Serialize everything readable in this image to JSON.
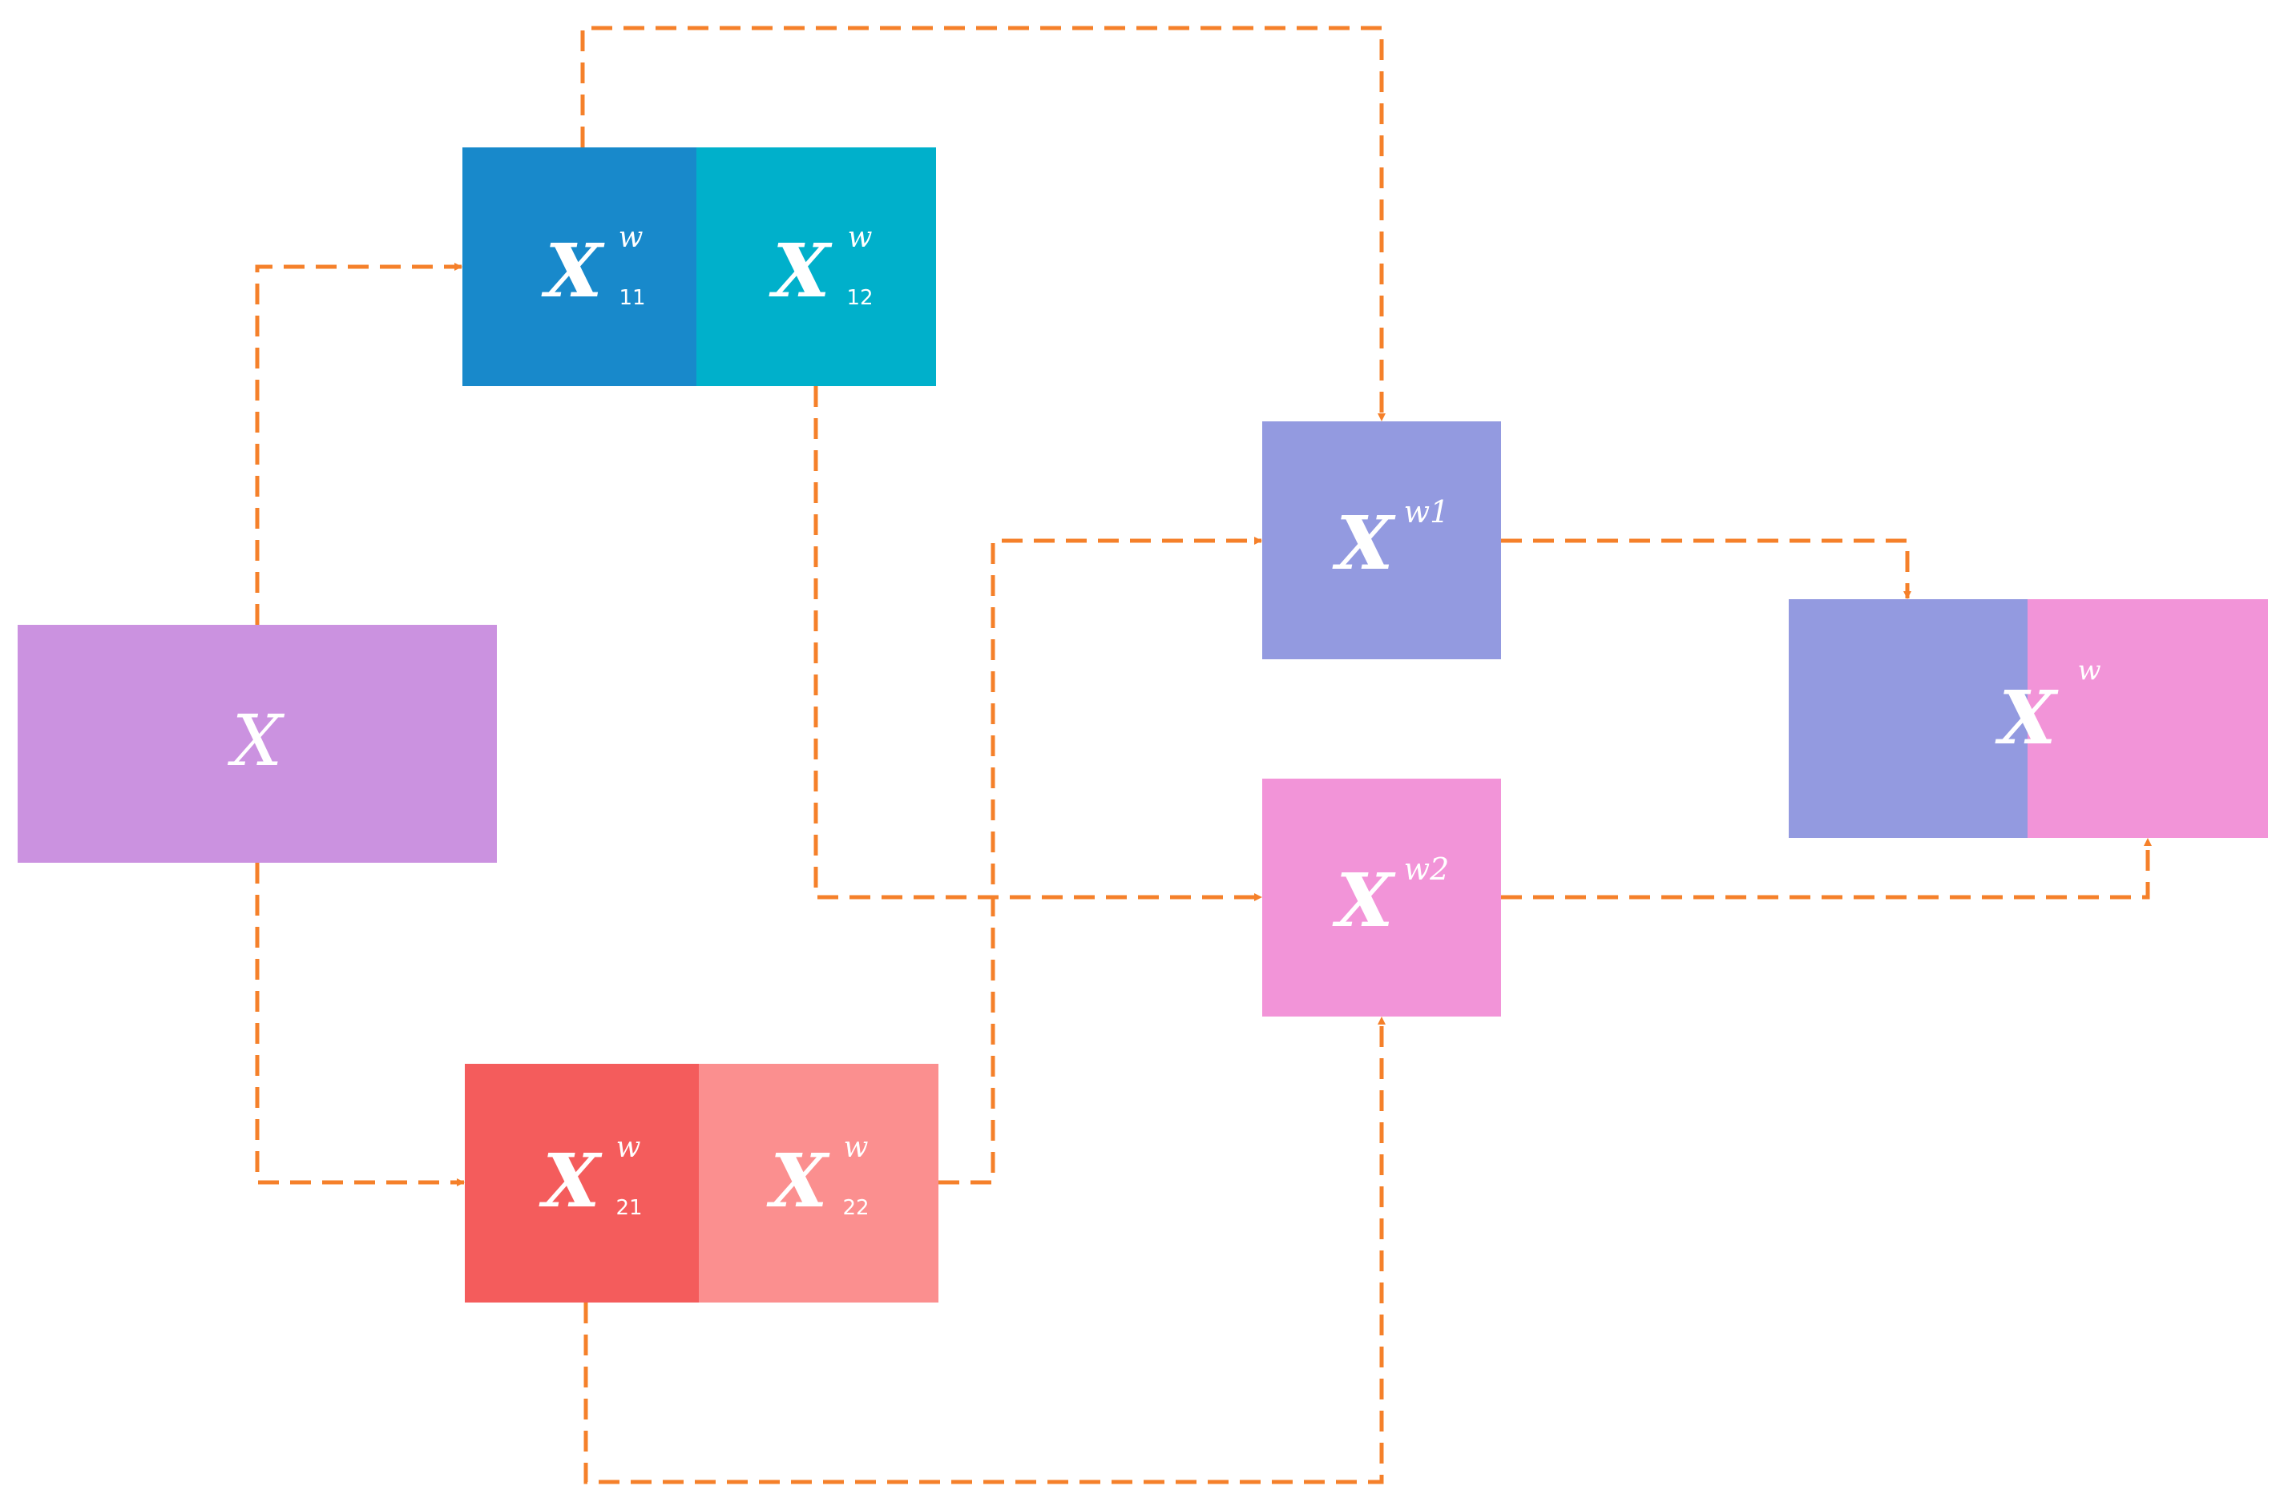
{
  "colors": {
    "connector": "#f5802a",
    "box_x": "#cb92e0",
    "box_x11": "#1889cb",
    "box_x12": "#00b0cb",
    "box_x21": "#f45c5c",
    "box_x22": "#fb8f8f",
    "box_xw1": "#939ae0",
    "box_xw2": "#f294d8",
    "box_xw_left": "#939ae0",
    "box_xw_right": "#f294d8"
  },
  "nodes": {
    "x": {
      "main": "X"
    },
    "x11": {
      "main": "X",
      "sup": "w",
      "sub": "11"
    },
    "x12": {
      "main": "X",
      "sup": "w",
      "sub": "12"
    },
    "x21": {
      "main": "X",
      "sup": "w",
      "sub": "21"
    },
    "x22": {
      "main": "X",
      "sup": "w",
      "sub": "22"
    },
    "xw1": {
      "main": "X",
      "sup": "w1"
    },
    "xw2": {
      "main": "X",
      "sup": "w2"
    },
    "xw": {
      "main": "X",
      "sup": "w"
    }
  },
  "edges": [
    {
      "from": "x",
      "to": "x11"
    },
    {
      "from": "x",
      "to": "x21"
    },
    {
      "from": "x11",
      "to": "xw1"
    },
    {
      "from": "x12",
      "to": "xw2"
    },
    {
      "from": "x22",
      "to": "xw1"
    },
    {
      "from": "x21",
      "to": "xw2"
    },
    {
      "from": "xw1",
      "to": "xw"
    },
    {
      "from": "xw2",
      "to": "xw"
    }
  ]
}
